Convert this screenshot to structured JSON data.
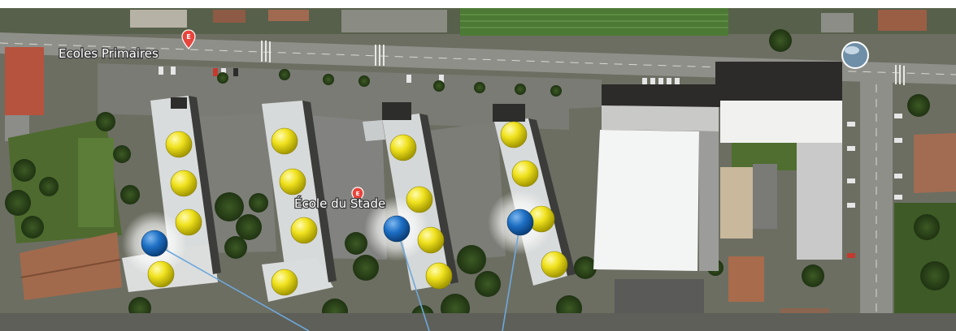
{
  "labels": {
    "ecoles_primaires": "Ecoles Primaires",
    "ecole_du_stade": "École du Stade"
  },
  "pins": {
    "ecoles_primaires": {
      "glyph": "E",
      "color": "#e8453c"
    },
    "ecole_du_stade": {
      "glyph": "E",
      "color": "#e8453c"
    }
  },
  "markers": {
    "yellow_color": "#f0e21e",
    "blue_color": "#1d6fc4",
    "line_color": "#6fa8dc"
  }
}
